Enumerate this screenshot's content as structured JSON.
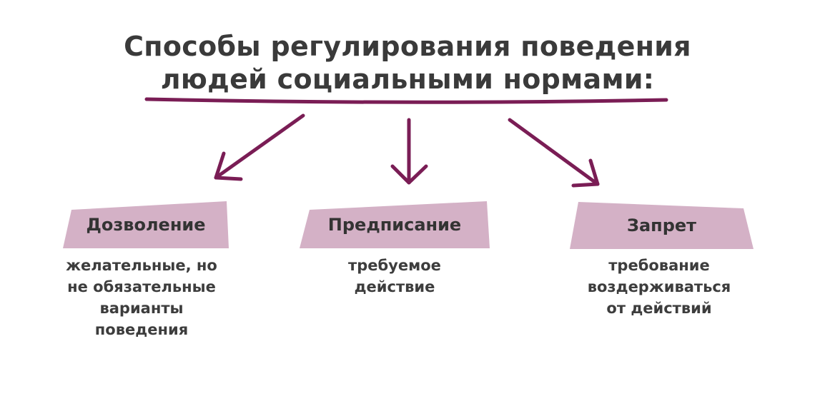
{
  "title": {
    "line1": "Способы регулирования поведения",
    "line2": "людей социальными нормами:"
  },
  "colors": {
    "accent": "#7a1d55",
    "box_fill": "#d4b1c6",
    "text": "#3a3a3a"
  },
  "categories": [
    {
      "label": "Дозволение",
      "description": [
        "желательные, но",
        "не обязательные",
        "варианты",
        "поведения"
      ]
    },
    {
      "label": "Предписание",
      "description": [
        "требуемое",
        "действие"
      ]
    },
    {
      "label": "Запрет",
      "description": [
        "требование",
        "воздерживаться",
        "от действий"
      ]
    }
  ]
}
